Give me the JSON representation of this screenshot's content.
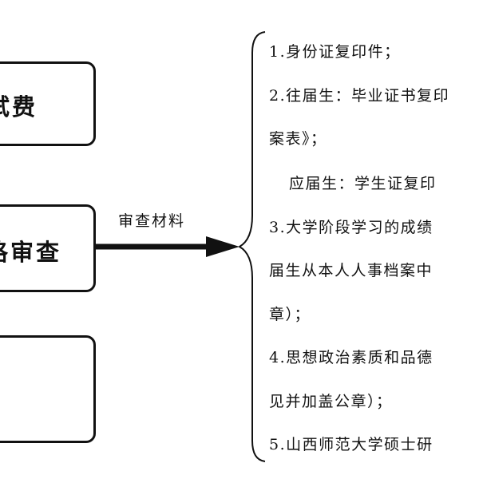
{
  "boxes": [
    {
      "label": "试费"
    },
    {
      "label": "格审查"
    },
    {
      "label": ""
    }
  ],
  "arrow": {
    "label": "审查材料"
  },
  "materials": [
    "1.身份证复印件；",
    "2.往届生：毕业证书复印",
    "案表》；",
    "应届生：学生证复印",
    "3.大学阶段学习的成绩",
    "届生从本人人事档案中",
    "章）；",
    "4.思想政治素质和品德",
    "见并加盖公章）；",
    "5.山西师范大学硕士研"
  ]
}
